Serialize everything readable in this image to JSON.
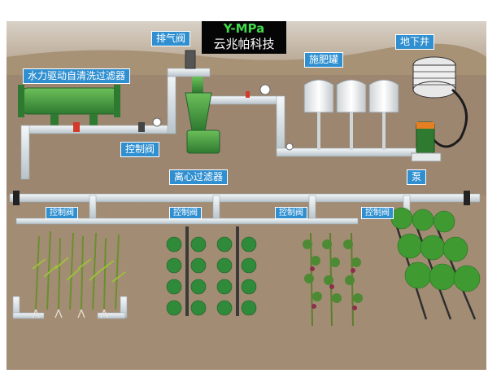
{
  "brand": {
    "name_en": "Y-MPa",
    "name_cn": "云兆帕科技"
  },
  "labels": {
    "exhaust_valve": "排气阀",
    "hydraulic_filter": "水力驱动自清洗过滤器",
    "fertilizer_tank": "施肥罐",
    "well": "地下井",
    "control_valve_main": "控制阀",
    "centrifugal_filter": "离心过滤器",
    "pump": "泵",
    "field_valves": [
      "控制阀",
      "控制阀",
      "控制阀",
      "控制阀"
    ]
  },
  "colors": {
    "ground": "#9c8670",
    "sky": "#d3c9bc",
    "pipe": "#dfe6ea",
    "filter_green": "#3f8f3f",
    "label_blue": "#2f8fd0",
    "brand_green": "#3fd84a"
  },
  "icons": [
    "pressure-gauge-icon",
    "valve-icon",
    "pump-icon",
    "tank-icon",
    "well-icon"
  ]
}
